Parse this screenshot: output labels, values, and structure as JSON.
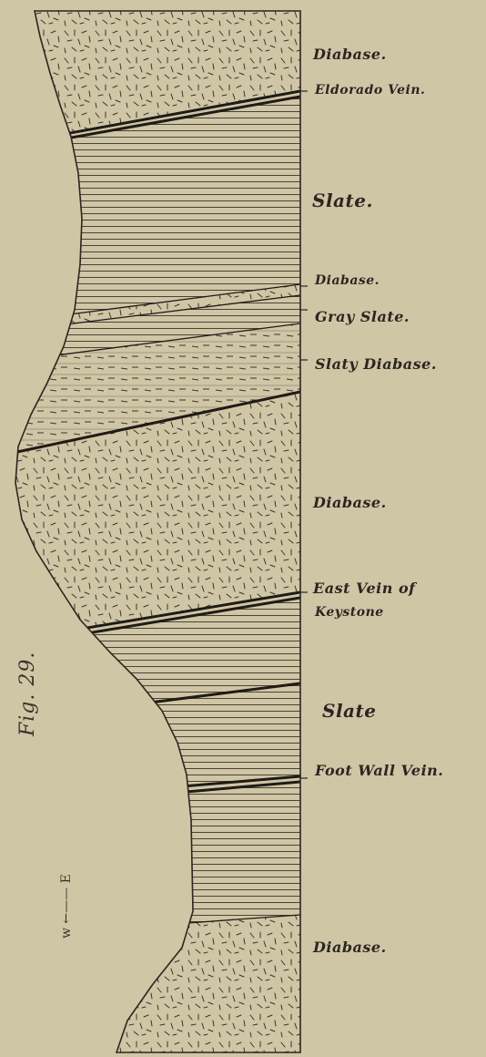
{
  "figure": {
    "fig_label": "Fig. 29.",
    "compass": {
      "west": "w",
      "east": "E"
    },
    "layers": [
      {
        "key": "diabase_top",
        "label": "Diabase.",
        "pattern": "diabase"
      },
      {
        "key": "eldorado_vein",
        "label": "Eldorado Vein.",
        "pattern": "vein"
      },
      {
        "key": "slate_upper",
        "label": "Slate.",
        "pattern": "slate"
      },
      {
        "key": "diabase_thin",
        "label": "Diabase.",
        "pattern": "diabase"
      },
      {
        "key": "gray_slate",
        "label": "Gray Slate.",
        "pattern": "slate"
      },
      {
        "key": "slaty_diabase",
        "label": "Slaty Diabase.",
        "pattern": "slaty-diabase"
      },
      {
        "key": "diabase_mid",
        "label": "Diabase.",
        "pattern": "diabase"
      },
      {
        "key": "east_vein",
        "label": "East Vein of",
        "label2": "Keystone",
        "pattern": "vein"
      },
      {
        "key": "slate_lower",
        "label": "Slate",
        "pattern": "slate"
      },
      {
        "key": "foot_wall_vein",
        "label": "Foot Wall Vein.",
        "pattern": "vein"
      },
      {
        "key": "diabase_bottom",
        "label": "Diabase.",
        "pattern": "diabase"
      }
    ]
  }
}
